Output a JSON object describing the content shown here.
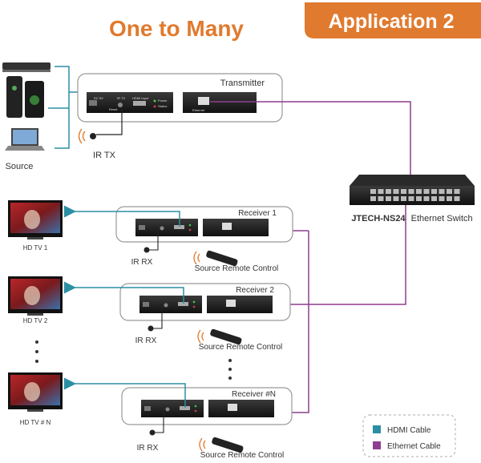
{
  "header": {
    "title": "One to Many",
    "badge": "Application 2"
  },
  "source": {
    "label": "Source"
  },
  "transmitter": {
    "label": "Transmitter",
    "ports": {
      "dc": "DC 5V",
      "ir": "IR TX",
      "hdmi": "HDMI Input",
      "reset": "Reset",
      "ethernet": "Ethernet",
      "power": "Power",
      "status": "Status"
    }
  },
  "ir_tx": {
    "label": "IR TX"
  },
  "switch": {
    "model": "JTECH-NS24",
    "suffix": "Ethernet Switch"
  },
  "receivers": [
    {
      "label": "Receiver 1",
      "tv": "HD TV 1",
      "ir": "IR RX",
      "remote": "Source Remote Control"
    },
    {
      "label": "Receiver 2",
      "tv": "HD TV 2",
      "ir": "IR RX",
      "remote": "Source Remote Control"
    },
    {
      "label": "Receiver #N",
      "tv": "HD TV # N",
      "ir": "IR RX",
      "remote": "Source Remote Control"
    }
  ],
  "legend": {
    "hdmi": "HDMI Cable",
    "ethernet": "Ethernet Cable"
  },
  "colors": {
    "title": "#e07a2e",
    "badge_bg": "#e07a2e",
    "hdmi": "#2b8fa3",
    "ethernet": "#8e3f8e"
  }
}
